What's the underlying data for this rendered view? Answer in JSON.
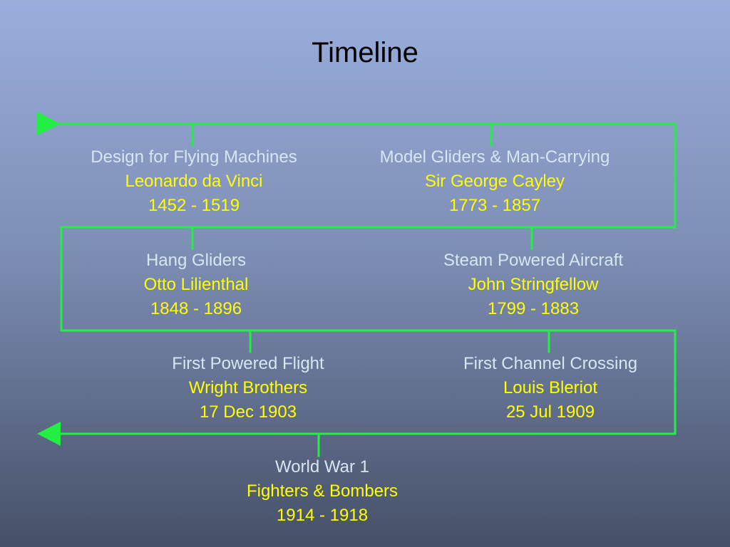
{
  "title": "Timeline",
  "colors": {
    "line": "#22ee44",
    "event_name": "#d6e6f2",
    "person_and_years": "#ffff00",
    "title": "#000000"
  },
  "events": [
    {
      "name": "Design for Flying Machines",
      "person": "Leonardo da Vinci",
      "years": "1452 - 1519"
    },
    {
      "name": "Model Gliders & Man-Carrying",
      "person": "Sir George Cayley",
      "years": "1773 - 1857"
    },
    {
      "name": "Hang Gliders",
      "person": "Otto Lilienthal",
      "years": "1848 - 1896"
    },
    {
      "name": "Steam Powered Aircraft",
      "person": "John Stringfellow",
      "years": "1799 - 1883"
    },
    {
      "name": "First Powered Flight",
      "person": "Wright Brothers",
      "years": "17 Dec 1903"
    },
    {
      "name": "First Channel Crossing",
      "person": "Louis Bleriot",
      "years": "25 Jul 1909"
    },
    {
      "name": "World War 1",
      "person": "Fighters & Bombers",
      "years": "1914 - 1918"
    }
  ]
}
